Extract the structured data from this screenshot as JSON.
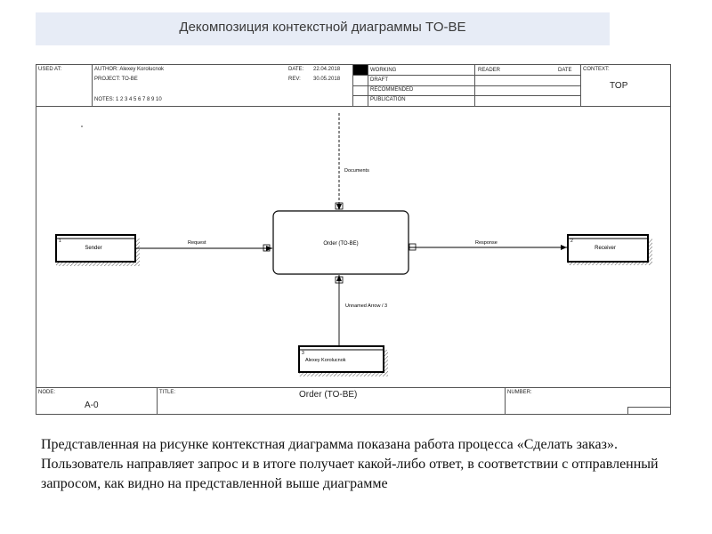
{
  "banner": {
    "title": "Декомпозиция контекстной диаграммы TO-BE"
  },
  "header": {
    "used_at": "USED AT:",
    "author": "AUTHOR: Alexey Korolucnok",
    "project": "PROJECT: TO-BE",
    "notes": "NOTES: 1 2 3 4 5 6 7 8 9 10",
    "date_label": "DATE:",
    "date_value": "22.04.2018",
    "rev_label": "REV:",
    "rev_value": "30.05.2018",
    "working": "WORKING",
    "draft": "DRAFT",
    "recommended": "RECOMMENDED",
    "publication": "PUBLICATION",
    "reader": "READER",
    "reader_date": "DATE",
    "context_label": "CONTEXT:",
    "context_value": "TOP"
  },
  "diagram": {
    "main_box": "Order (TO-BE)",
    "sender": {
      "num": "1",
      "label": "Sender"
    },
    "receiver": {
      "num": "2",
      "label": "Receiver"
    },
    "person": {
      "num": "3",
      "label": "Alexey Korolucnok"
    },
    "arrow_request": "Request",
    "arrow_response": "Response",
    "arrow_documents": "Documents",
    "arrow_unnamed": "Unnamed Arrow / 3"
  },
  "footer": {
    "node_label": "NODE:",
    "node_value": "A-0",
    "title_label": "TITLE:",
    "title_value": "Order (TO-BE)",
    "number_label": "NUMBER:"
  },
  "caption": "Представленная на рисунке контекстная диаграмма показана работа процесса «Сделать заказ». Пользователь направляет запрос и в итоге получает какой-либо ответ, в соответствии с отправленный запросом, как видно на представленной выше диаграмме"
}
